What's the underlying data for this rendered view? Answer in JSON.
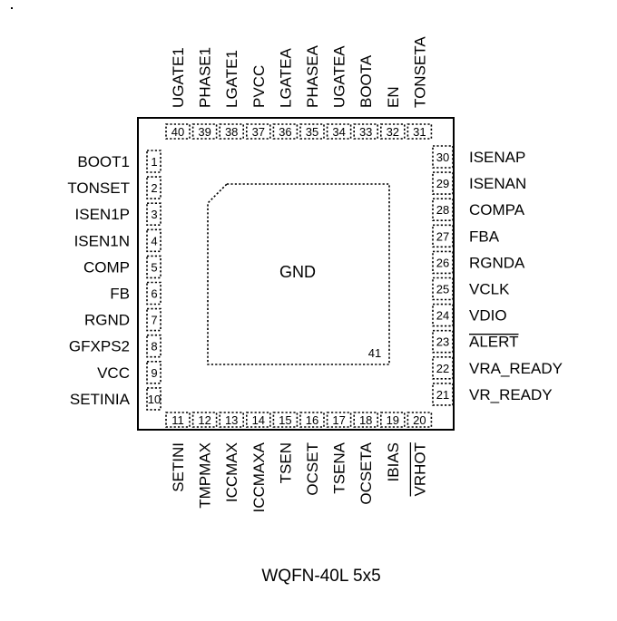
{
  "package": {
    "caption": "WQFN-40L  5x5",
    "exposed_pad_label": "GND",
    "exposed_pad_number": "41"
  },
  "pins": {
    "left": [
      {
        "num": "1",
        "name": "BOOT1"
      },
      {
        "num": "2",
        "name": "TONSET"
      },
      {
        "num": "3",
        "name": "ISEN1P"
      },
      {
        "num": "4",
        "name": "ISEN1N"
      },
      {
        "num": "5",
        "name": "COMP"
      },
      {
        "num": "6",
        "name": "FB"
      },
      {
        "num": "7",
        "name": "RGND"
      },
      {
        "num": "8",
        "name": "GFXPS2"
      },
      {
        "num": "9",
        "name": "VCC"
      },
      {
        "num": "10",
        "name": "SETINIA"
      }
    ],
    "bottom": [
      {
        "num": "11",
        "name": "SETINI"
      },
      {
        "num": "12",
        "name": "TMPMAX"
      },
      {
        "num": "13",
        "name": "ICCMAX"
      },
      {
        "num": "14",
        "name": "ICCMAXA"
      },
      {
        "num": "15",
        "name": "TSEN"
      },
      {
        "num": "16",
        "name": "OCSET"
      },
      {
        "num": "17",
        "name": "TSENA"
      },
      {
        "num": "18",
        "name": "OCSETA"
      },
      {
        "num": "19",
        "name": "IBIAS"
      },
      {
        "num": "20",
        "name": "VRHOT",
        "overbar": true
      }
    ],
    "right": [
      {
        "num": "30",
        "name": "ISENAP"
      },
      {
        "num": "29",
        "name": "ISENAN"
      },
      {
        "num": "28",
        "name": "COMPA"
      },
      {
        "num": "27",
        "name": "FBA"
      },
      {
        "num": "26",
        "name": "RGNDA"
      },
      {
        "num": "25",
        "name": "VCLK"
      },
      {
        "num": "24",
        "name": "VDIO"
      },
      {
        "num": "23",
        "name": "ALERT",
        "overbar": true
      },
      {
        "num": "22",
        "name": "VRA_READY"
      },
      {
        "num": "21",
        "name": "VR_READY"
      }
    ],
    "top": [
      {
        "num": "40",
        "name": "UGATE1"
      },
      {
        "num": "39",
        "name": "PHASE1"
      },
      {
        "num": "38",
        "name": "LGATE1"
      },
      {
        "num": "37",
        "name": "PVCC"
      },
      {
        "num": "36",
        "name": "LGATEA"
      },
      {
        "num": "35",
        "name": "PHASEA"
      },
      {
        "num": "34",
        "name": "UGATEA"
      },
      {
        "num": "33",
        "name": "BOOTA"
      },
      {
        "num": "32",
        "name": "EN"
      },
      {
        "num": "31",
        "name": "TONSETA"
      }
    ]
  }
}
